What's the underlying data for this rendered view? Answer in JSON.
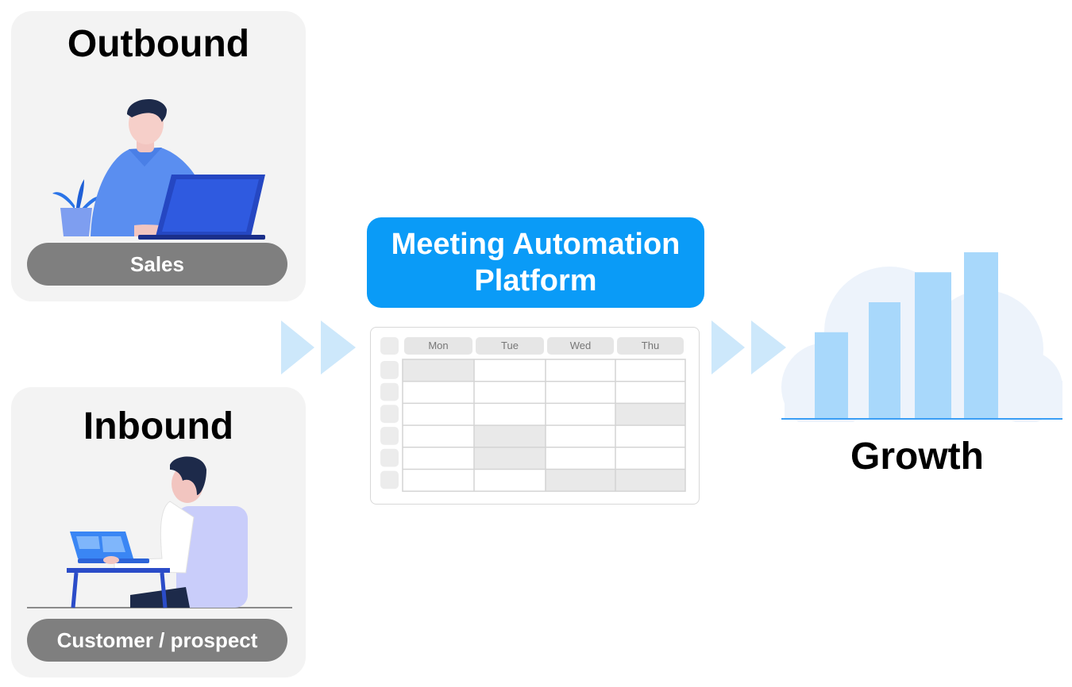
{
  "outbound": {
    "title": "Outbound",
    "role_label": "Sales"
  },
  "inbound": {
    "title": "Inbound",
    "role_label": "Customer / prospect"
  },
  "platform": {
    "line1": "Meeting Automation",
    "line2": "Platform"
  },
  "calendar": {
    "days": [
      "Mon",
      "Tue",
      "Wed",
      "Thu"
    ],
    "rows": 6,
    "booked_slots": [
      [
        0,
        0
      ],
      [
        2,
        3
      ],
      [
        3,
        1
      ],
      [
        4,
        1
      ],
      [
        5,
        2
      ],
      [
        5,
        3
      ]
    ]
  },
  "growth": {
    "title": "Growth",
    "bar_levels": [
      0.52,
      0.7,
      0.88,
      1.0
    ]
  },
  "colors": {
    "primary_blue": "#0a9bf7",
    "light_blue": "#a8d8fb",
    "arrow_blue": "#cde8fb",
    "pill_gray": "#7f7f7f",
    "panel_gray": "#f3f3f3"
  }
}
